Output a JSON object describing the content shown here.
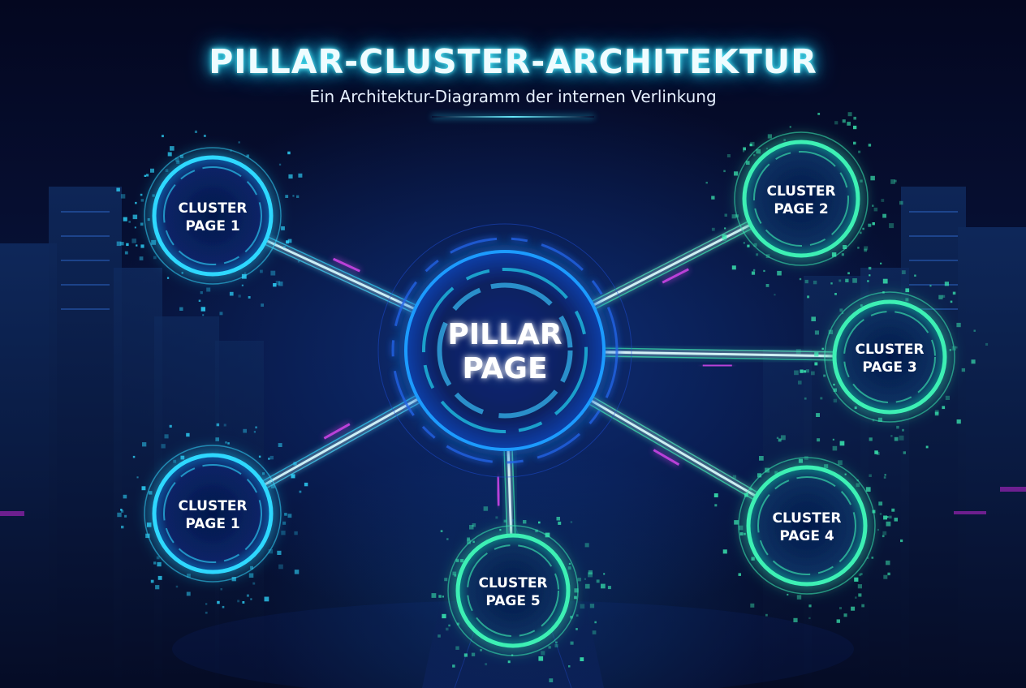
{
  "header": {
    "title": "PILLAR-CLUSTER-ARCHITEKTUR",
    "subtitle": "Ein Architektur-Diagramm der internen Verlinkung"
  },
  "pillar": {
    "line1": "PILLAR",
    "line2": "PAGE",
    "color": "#1e9bff"
  },
  "clusters": [
    {
      "id": "top-left",
      "line1": "CLUSTER",
      "line2": "PAGE 1",
      "color": "#2fd8ff"
    },
    {
      "id": "top-right",
      "line1": "CLUSTER",
      "line2": "PAGE 2",
      "color": "#3cf0b4"
    },
    {
      "id": "right",
      "line1": "CLUSTER",
      "line2": "PAGE 3",
      "color": "#3cf0b4"
    },
    {
      "id": "bottom-right",
      "line1": "CLUSTER",
      "line2": "PAGE 4",
      "color": "#3cf0b4"
    },
    {
      "id": "bottom",
      "line1": "CLUSTER",
      "line2": "PAGE 5",
      "color": "#3cf0b4"
    },
    {
      "id": "bottom-left",
      "line1": "CLUSTER",
      "line2": "PAGE 1",
      "color": "#2fd8ff"
    }
  ],
  "colors": {
    "accent_cyan": "#22d3ee",
    "accent_green": "#34f5c5",
    "accent_magenta": "#d946ef",
    "background": "#050a22"
  }
}
